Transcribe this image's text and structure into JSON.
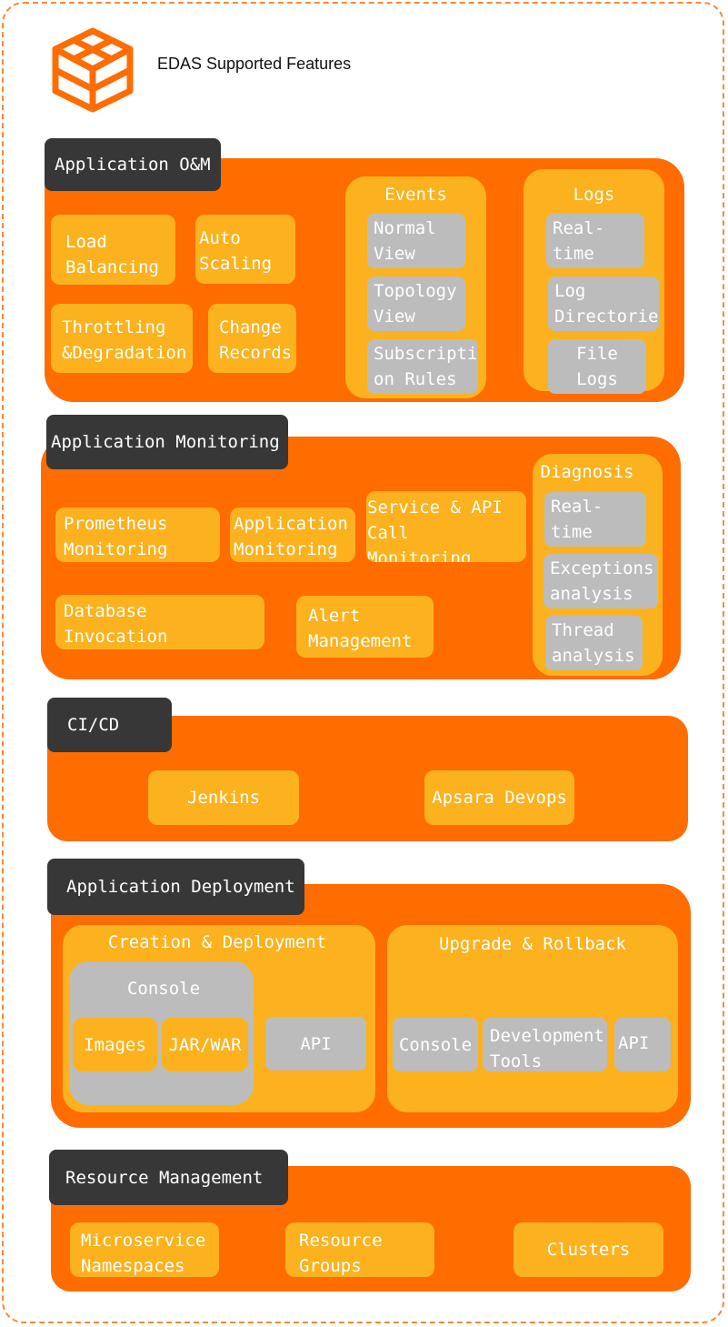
{
  "header": {
    "title": "EDAS Supported Features",
    "logo_icon": "box-icon"
  },
  "colors": {
    "section": "#ff6c00",
    "feature": "#fbb21e",
    "sub_feature": "#bcbcbc",
    "tab": "#373737"
  },
  "om": {
    "tab": "Application O&M",
    "load_balancing": "Load\nBalancing",
    "auto_scaling": "Auto\nScaling",
    "throttling": "Throttling\n&Degradation",
    "change_records": "Change\nRecords",
    "events": {
      "title": "Events",
      "items": [
        "Normal\nView",
        "Topology\nView",
        "Subscripti\non Rules"
      ]
    },
    "logs": {
      "title": "Logs",
      "items": [
        "Real-time\nLogs",
        "Log\nDirectorie",
        "File Logs"
      ]
    }
  },
  "monitoring": {
    "tab": "Application Monitoring",
    "prometheus": "Prometheus\nMonitoring",
    "app_monitoring": "Application\nMonitoring",
    "service_api": "Service & API\nCall Monitoring",
    "database": "Database Invocation\nMonitoring",
    "alert": "Alert\nManagement",
    "diagnosis": {
      "title": "Diagnosis",
      "items": [
        "Real-time\nDiagnosis",
        "Exceptions\nanalysis",
        "Thread\nanalysis"
      ]
    }
  },
  "cicd": {
    "tab": "CI/CD",
    "jenkins": "Jenkins",
    "apsara": "Apsara Devops"
  },
  "deployment": {
    "tab": "Application Deployment",
    "creation": {
      "title": "Creation & Deployment",
      "console_title": "Console",
      "images": "Images",
      "jarwar": "JAR/WAR",
      "api": "API"
    },
    "upgrade": {
      "title": "Upgrade & Rollback",
      "console": "Console",
      "dev_tools": "Development\nTools",
      "api": "API"
    }
  },
  "resource": {
    "tab": "Resource Management",
    "namespaces": "Microservice\nNamespaces",
    "groups": "Resource\nGroups",
    "clusters": "Clusters"
  }
}
